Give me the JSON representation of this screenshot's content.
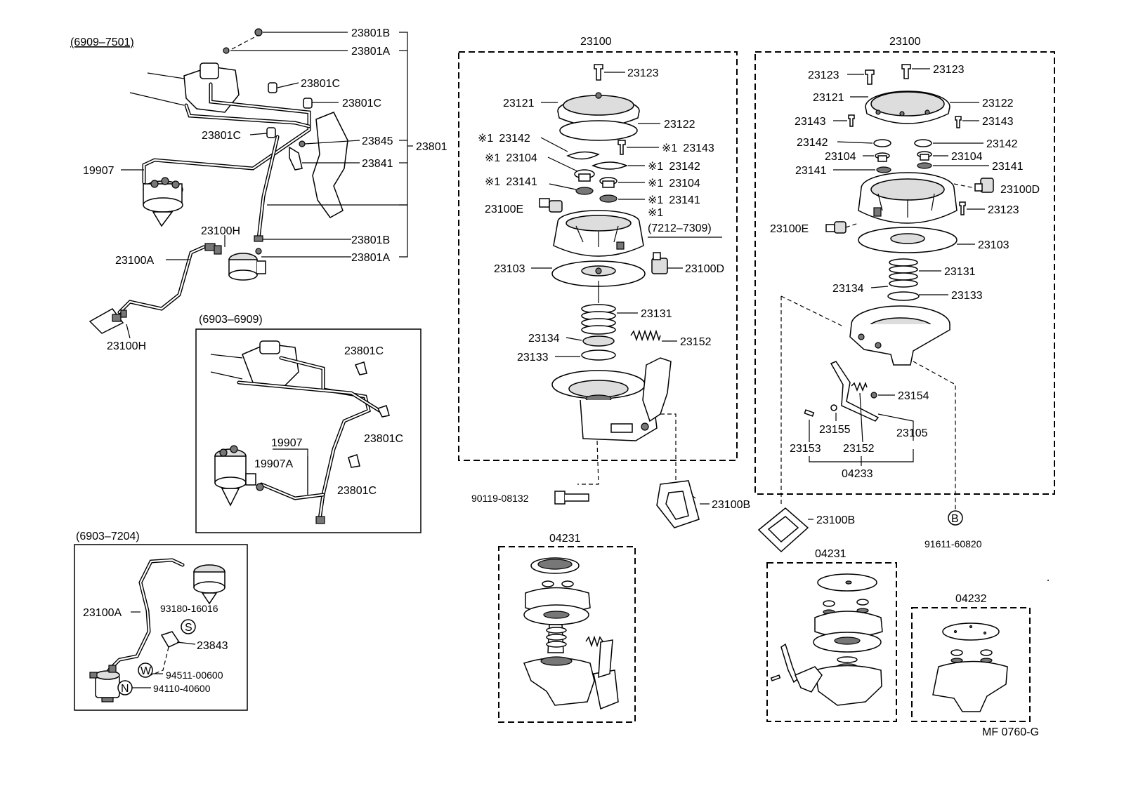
{
  "drawing_code": "MF 0760-G",
  "date_ranges": {
    "r1": "(6909–7501)",
    "r2": "(6903–6909)",
    "r3": "(6903–7204)",
    "r4": "(7212–7309)"
  },
  "mark_star1": "※1",
  "circle_letters": {
    "B": "B",
    "S": "S",
    "W": "W",
    "N": "N"
  },
  "parts": {
    "p23801B": "23801B",
    "p23801A": "23801A",
    "p23801C": "23801C",
    "p23845": "23845",
    "p23841": "23841",
    "p23801": "23801",
    "p19907": "19907",
    "p19907A": "19907A",
    "p23100H": "23100H",
    "p23100A": "23100A",
    "p23100": "23100",
    "p23123": "23123",
    "p23121": "23121",
    "p23122": "23122",
    "p23142": "23142",
    "p23143": "23143",
    "p23104": "23104",
    "p23141": "23141",
    "p23100E": "23100E",
    "p23100D": "23100D",
    "p23103": "23103",
    "p23131": "23131",
    "p23134": "23134",
    "p23133": "23133",
    "p23152": "23152",
    "p23154": "23154",
    "p23155": "23155",
    "p23153": "23153",
    "p23105": "23105",
    "p04233": "04233",
    "p04231": "04231",
    "p04232": "04232",
    "p23100B": "23100B",
    "p90119": "90119-08132",
    "p91611": "91611-60820",
    "p93180": "93180-16016",
    "p23843": "23843",
    "p94511": "94511-00600",
    "p94110": "94110-40600"
  }
}
